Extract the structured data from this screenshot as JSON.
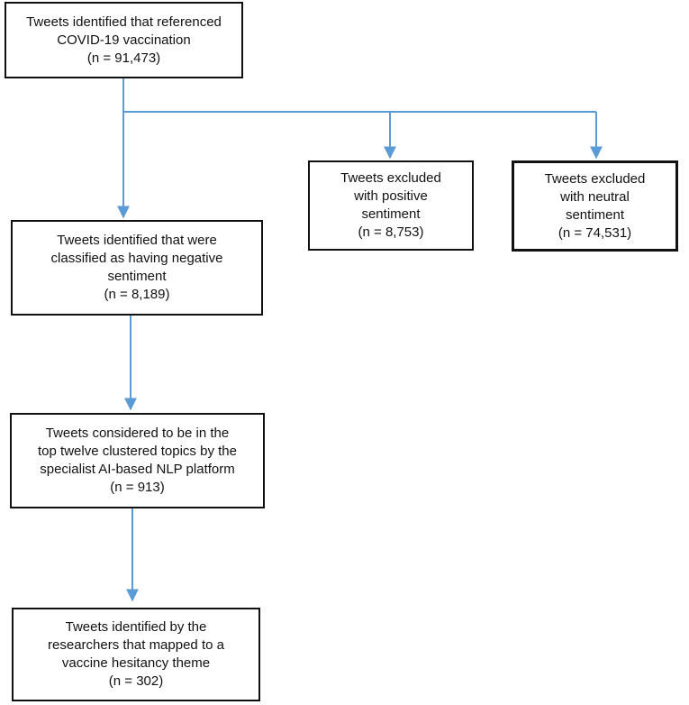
{
  "boxes": {
    "referenced": {
      "lines": [
        "Tweets identified that referenced",
        "COVID-19 vaccination",
        "(n = 91,473)"
      ]
    },
    "positive": {
      "lines": [
        "Tweets excluded",
        "with positive",
        "sentiment",
        "(n = 8,753)"
      ]
    },
    "neutral": {
      "lines": [
        "Tweets excluded",
        "with neutral",
        "sentiment",
        "(n = 74,531)"
      ]
    },
    "negative": {
      "lines": [
        "Tweets identified that were",
        "classified as having negative",
        "sentiment",
        "(n = 8,189)"
      ]
    },
    "topics": {
      "lines": [
        "Tweets considered to be in the",
        "top twelve clustered topics by the",
        "specialist AI-based NLP platform",
        "(n = 913)"
      ]
    },
    "hesitancy": {
      "lines": [
        "Tweets identified by the",
        "researchers that mapped to a",
        "vaccine hesitancy theme",
        "(n = 302)"
      ]
    }
  },
  "colors": {
    "arrow": "#5b9bd5",
    "border": "#111111"
  }
}
